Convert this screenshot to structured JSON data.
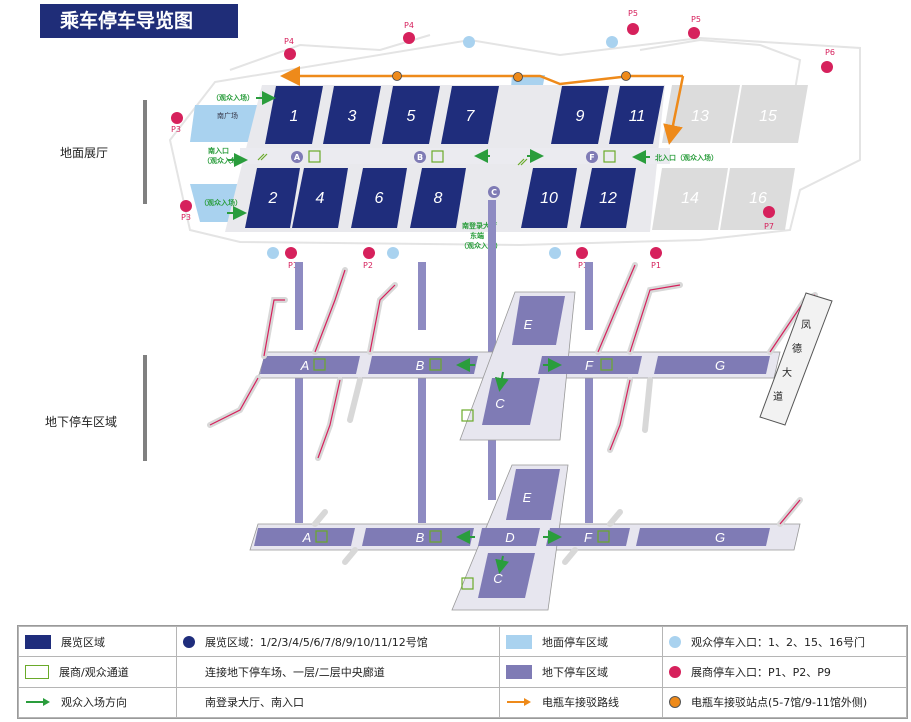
{
  "title": "乘车停车导览图",
  "sections": {
    "ground": "地面展厅",
    "underground": "地下停车区域"
  },
  "colors": {
    "hall": "#1f2d7c",
    "hall_future": "#d9d9d9",
    "ground_parking": "#a9d2ef",
    "underground_parking": "#7f7bb5",
    "shuttle": "#ee8a1a",
    "entrance_arrow": "#2a9d3c",
    "pink": "#d6215c"
  },
  "halls_built": [
    "1",
    "3",
    "5",
    "7",
    "9",
    "11",
    "2",
    "4",
    "6",
    "8",
    "10",
    "12"
  ],
  "halls_future": [
    "13",
    "15",
    "14",
    "16"
  ],
  "ground_points": {
    "A": "A",
    "B": "B",
    "C": "C",
    "F": "F"
  },
  "ground_labels": {
    "south_plaza": "南广场",
    "visitor_entry_1": "（观众入场）",
    "visitor_entry_2": "（观众入场）",
    "south_entry": "南入口",
    "south_entry_sub": "（观众入场）",
    "north_entry": "北入口（观众入场）",
    "south_hall_1": "南登录大厅",
    "south_hall_2": "东端",
    "south_hall_3": "（观众入场）"
  },
  "parking": {
    "P1a": "P1",
    "P1b": "P1",
    "P2a": "P2",
    "P2b": "P2",
    "P3a": "P3",
    "P3b": "P3",
    "P4a": "P4",
    "P4b": "P4",
    "P5a": "P5",
    "P5b": "P5",
    "P6": "P6",
    "P7": "P7"
  },
  "road_name": "凤德大道",
  "road_chars": [
    "凤",
    "德",
    "大",
    "道"
  ],
  "underground_1": {
    "zones": [
      "A",
      "B",
      "F",
      "G"
    ],
    "E": "E",
    "C": "C"
  },
  "underground_2": {
    "zones": [
      "A",
      "B",
      "D",
      "F",
      "G"
    ],
    "E": "E",
    "C": "C"
  },
  "legend": {
    "row1": [
      "展览区域",
      "展览区域：1/2/3/4/5/6/7/8/9/10/11/12号馆",
      "地面停车区域",
      "观众停车入口：1、2、15、16号门"
    ],
    "row2": [
      "展商/观众通道",
      "连接地下停车场、一层/二层中央廊道",
      "地下停车区域",
      "展商停车入口：P1、P2、P9"
    ],
    "row3": [
      "观众入场方向",
      "南登录大厅、南入口",
      "电瓶车接驳路线",
      "电瓶车接驳站点(5-7馆/9-11馆外侧)"
    ]
  }
}
